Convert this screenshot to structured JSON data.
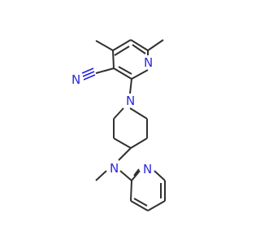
{
  "molecule": {
    "atoms": {
      "pyridine_n": "N",
      "nitrile_n": "N",
      "piperidine_n": "N",
      "amine_n": "N",
      "pyridyl_n": "N"
    }
  },
  "colors": {
    "bond": "#303030",
    "nitrogen": "#2a2ad8",
    "background": "#ffffff"
  }
}
